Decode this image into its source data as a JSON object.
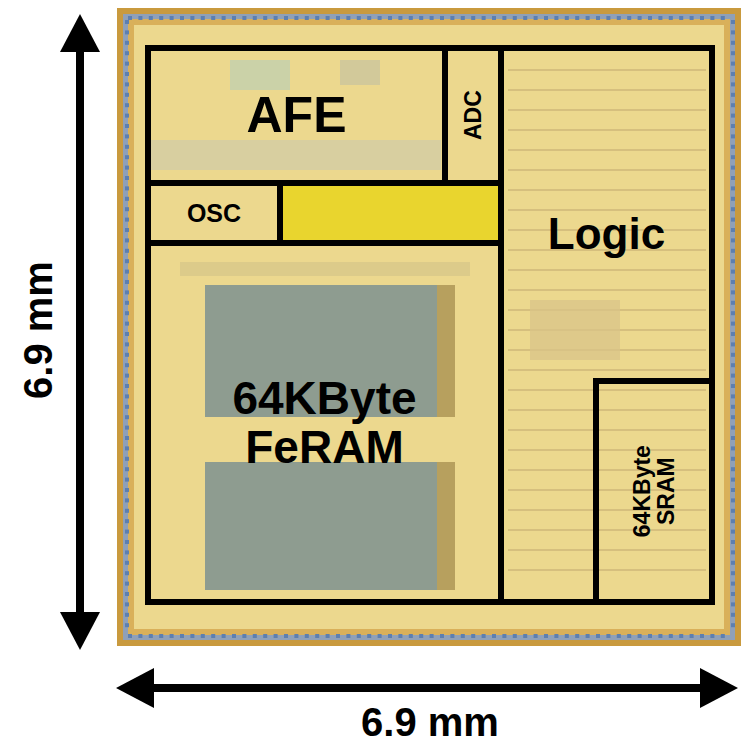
{
  "diagram": {
    "nodes": [
      {
        "text": [
          "AFE"
        ]
      },
      {
        "text": [
          "ADC"
        ]
      },
      {
        "text": [
          "OSC"
        ]
      },
      {
        "text": [
          "64KByte FeRAM"
        ]
      },
      {
        "text": [
          "Logic"
        ]
      },
      {
        "text": [
          "64KByte SRAM"
        ],
        "in": 4
      }
    ],
    "labels": [
      "6.9 mm",
      "6.9 mm"
    ]
  }
}
